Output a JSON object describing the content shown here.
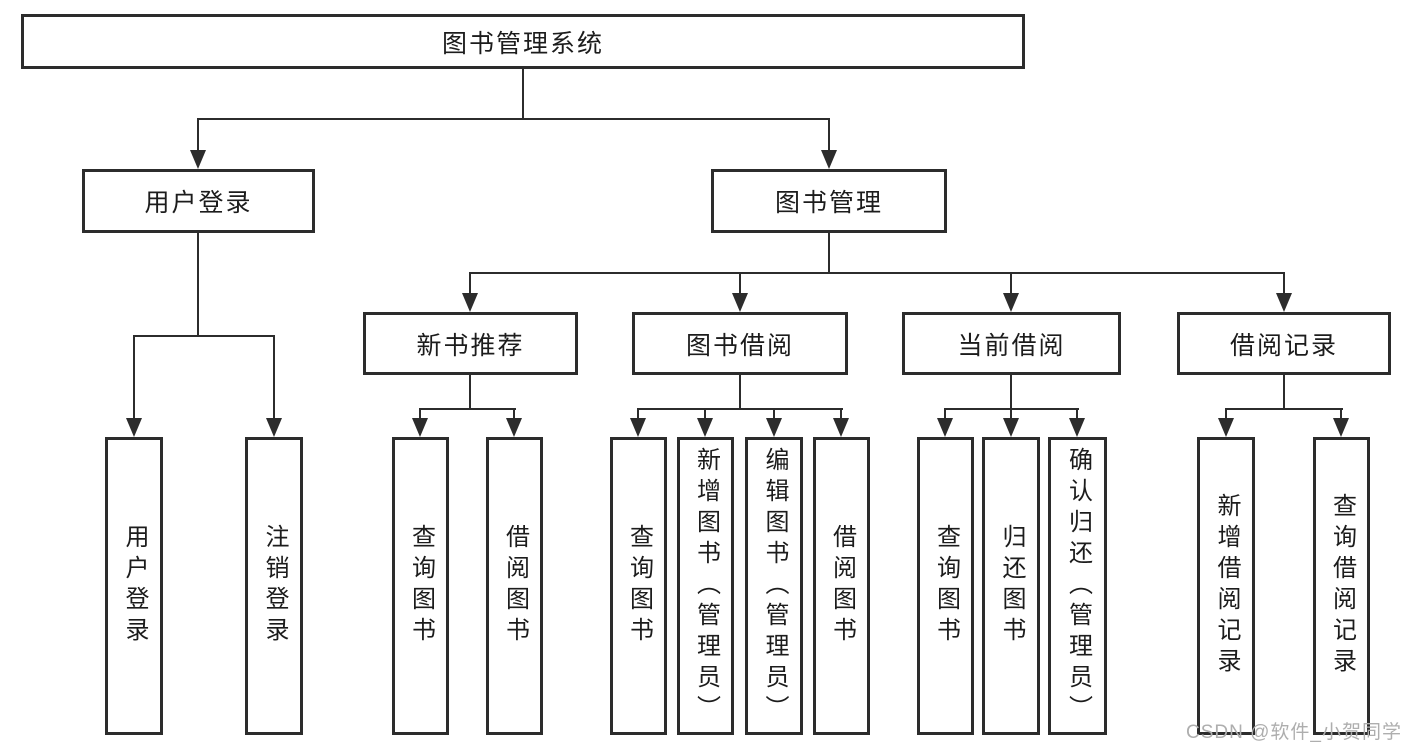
{
  "colors": {
    "bg_color": "#ffffff",
    "line_color": "#2c2c2c",
    "text_color": "#1c1c1c",
    "watermark_color": "#aeaeae"
  },
  "watermark": "CSDN @软件_小贺同学",
  "nodes": {
    "root": "图书管理系统",
    "userLogin": "用户登录",
    "bookMgmt": "图书管理",
    "leafUserLogin": "用户登录",
    "leafLogout": "注销登录",
    "newBookRec": "新书推荐",
    "bookBorrow": "图书借阅",
    "currentBorrow": "当前借阅",
    "borrowRecord": "借阅记录",
    "nbrQuery": "查询图书",
    "nbrBorrow": "借阅图书",
    "bbQuery": "查询图书",
    "bbAdd": "新增图书（管理员）",
    "bbEdit": "编辑图书（管理员）",
    "bbBorrow": "借阅图书",
    "cbQuery": "查询图书",
    "cbReturn": "归还图书",
    "cbConfirm": "确认归还（管理员）",
    "brAdd": "新增借阅记录",
    "brQuery": "查询借阅记录"
  },
  "hierarchy": {
    "图书管理系统": {
      "用户登录": [
        "用户登录",
        "注销登录"
      ],
      "图书管理": {
        "新书推荐": [
          "查询图书",
          "借阅图书"
        ],
        "图书借阅": [
          "查询图书",
          "新增图书（管理员）",
          "编辑图书（管理员）",
          "借阅图书"
        ],
        "当前借阅": [
          "查询图书",
          "归还图书",
          "确认归还（管理员）"
        ],
        "借阅记录": [
          "新增借阅记录",
          "查询借阅记录"
        ]
      }
    }
  }
}
